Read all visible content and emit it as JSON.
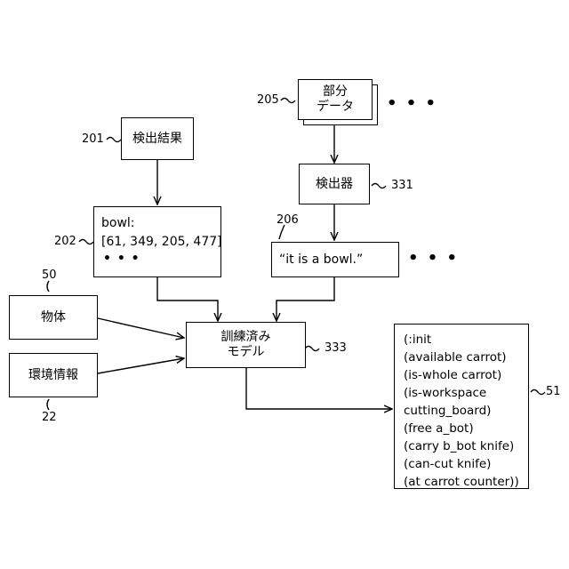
{
  "detection_result": "検出結果",
  "partial_data": {
    "line1": "部分",
    "line2": "データ"
  },
  "detector": "検出器",
  "bbox": {
    "line1": "bowl:",
    "line2": "[61, 349, 205, 477]",
    "ellipsis": "• • •"
  },
  "caption": "“it is a bowl.”",
  "object": "物体",
  "environment": "環境情報",
  "model": {
    "line1": "訓練済み",
    "line2": "モデル"
  },
  "pddl": [
    "(:init",
    "(available carrot)",
    "(is-whole carrot)",
    "(is-workspace",
    "cutting_board)",
    "(free a_bot)",
    "(carry b_bot knife)",
    "(can-cut knife)",
    "(at carrot counter))"
  ],
  "refs": {
    "r201": "201",
    "r202": "202",
    "r205": "205",
    "r206": "206",
    "r331": "331",
    "r333": "333",
    "r50": "50",
    "r22": "22",
    "r51": "51"
  },
  "dots": "• • •"
}
